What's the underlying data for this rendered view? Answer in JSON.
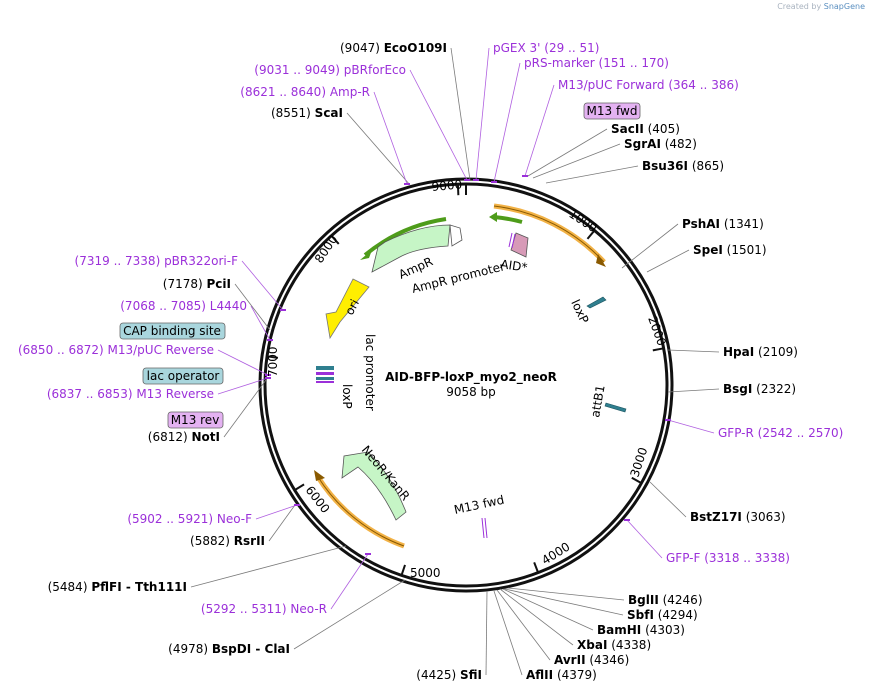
{
  "credit": {
    "prefix": "Created by",
    "brand": "SnapGene"
  },
  "plasmid": {
    "name": "AID-BFP-loxP_myo2_neoR",
    "size": "9058 bp"
  },
  "ticks": [
    "1000",
    "2000",
    "3000",
    "4000",
    "5000",
    "6000",
    "7000",
    "8000",
    "9000"
  ],
  "sites": [
    {
      "id": "ecoo109i",
      "name": "EcoO109I",
      "pos": "(9047)"
    },
    {
      "id": "scai",
      "name": "ScaI",
      "pos": "(8551)"
    },
    {
      "id": "sacii",
      "name": "SacII",
      "pos": "(405)"
    },
    {
      "id": "sgrai",
      "name": "SgrAI",
      "pos": "(482)"
    },
    {
      "id": "bsu36i",
      "name": "Bsu36I",
      "pos": "(865)"
    },
    {
      "id": "pshai",
      "name": "PshAI",
      "pos": "(1341)"
    },
    {
      "id": "spei",
      "name": "SpeI",
      "pos": "(1501)"
    },
    {
      "id": "hpai",
      "name": "HpaI",
      "pos": "(2109)"
    },
    {
      "id": "bsgi",
      "name": "BsgI",
      "pos": "(2322)"
    },
    {
      "id": "bstz17i",
      "name": "BstZ17I",
      "pos": "(3063)"
    },
    {
      "id": "bglii",
      "name": "BglII",
      "pos": "(4246)"
    },
    {
      "id": "sbfi",
      "name": "SbfI",
      "pos": "(4294)"
    },
    {
      "id": "bamhi",
      "name": "BamHI",
      "pos": "(4303)"
    },
    {
      "id": "xbai",
      "name": "XbaI",
      "pos": "(4338)"
    },
    {
      "id": "avrii",
      "name": "AvrII",
      "pos": "(4346)"
    },
    {
      "id": "aflii",
      "name": "AflII",
      "pos": "(4379)"
    },
    {
      "id": "sfii",
      "name": "SfiI",
      "pos": "(4425)"
    },
    {
      "id": "bspdi",
      "name": "BspDI",
      "alt": "ClaI",
      "pos": "(4978)"
    },
    {
      "id": "pflfi",
      "name": "PflFI",
      "alt": "Tth111I",
      "pos": "(5484)"
    },
    {
      "id": "rsrii",
      "name": "RsrII",
      "pos": "(5882)"
    },
    {
      "id": "noti",
      "name": "NotI",
      "pos": "(6812)"
    },
    {
      "id": "pcii",
      "name": "PciI",
      "pos": "(7178)"
    }
  ],
  "primers": [
    {
      "id": "pgex3",
      "name": "pGEX 3'",
      "range": "(29 .. 51)"
    },
    {
      "id": "pbrforeco",
      "name": "pBRforEco",
      "range": "(9031 .. 9049)"
    },
    {
      "id": "prsmarker",
      "name": "pRS-marker",
      "range": "(151 .. 170)"
    },
    {
      "id": "ampr",
      "name": "Amp-R",
      "range": "(8621 .. 8640)"
    },
    {
      "id": "m13pucfwd",
      "name": "M13/pUC Forward",
      "range": "(364 .. 386)"
    },
    {
      "id": "pbr322ori",
      "name": "pBR322ori-F",
      "range": "(7319 .. 7338)"
    },
    {
      "id": "l4440",
      "name": "L4440",
      "range": "(7068 .. 7085)"
    },
    {
      "id": "m13pucrev",
      "name": "M13/pUC Reverse",
      "range": "(6850 .. 6872)"
    },
    {
      "id": "m13rev2",
      "name": "M13 Reverse",
      "range": "(6837 .. 6853)"
    },
    {
      "id": "gfpr",
      "name": "GFP-R",
      "range": "(2542 .. 2570)"
    },
    {
      "id": "gfpf",
      "name": "GFP-F",
      "range": "(3318 .. 3338)"
    },
    {
      "id": "neof",
      "name": "Neo-F",
      "range": "(5902 .. 5921)"
    },
    {
      "id": "neor",
      "name": "Neo-R",
      "range": "(5292 .. 5311)"
    }
  ],
  "boxed": {
    "m13fwd": "M13 fwd",
    "cap": "CAP binding site",
    "lacop": "lac operator",
    "m13rev": "M13 rev"
  },
  "features": {
    "ampr": "AmpR",
    "amprpromoter": "AmpR promoter",
    "aid": "AID*",
    "ori": "ori",
    "loxp_right": "loxP",
    "attb1": "attB1",
    "lacpromoter": "lac promoter",
    "loxp_left": "loxP",
    "neokan": "NeoR/KanR",
    "m13fwd_inner": "M13 fwd"
  },
  "colors": {
    "primer": "#9b30d9",
    "boxed_purple": "#e4b2f2",
    "boxed_teal": "#a9d6dd",
    "orf_orange": "#f2b246",
    "orf_green": "#4e9c1a",
    "feature_green": "#c6f5c6",
    "ori_yellow": "#ffee00",
    "aid_pink": "#d79ab7"
  }
}
